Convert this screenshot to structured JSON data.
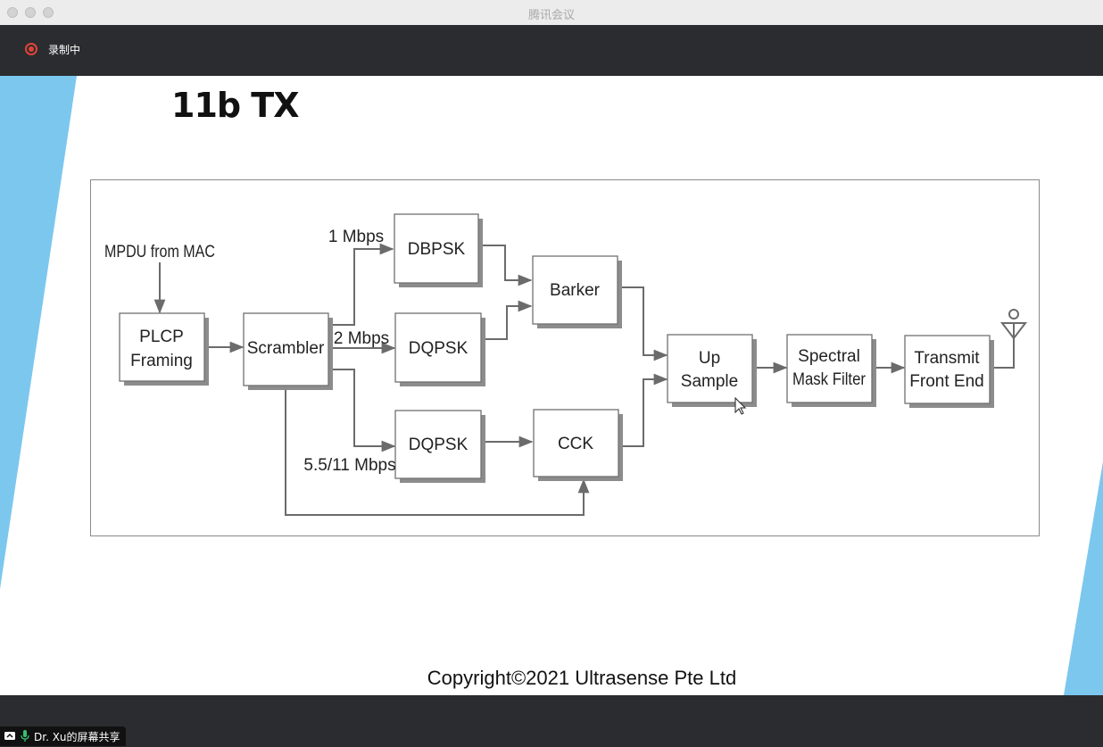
{
  "window": {
    "title": "腾讯会议"
  },
  "recording": {
    "label": "录制中"
  },
  "slide": {
    "title": "11b TX",
    "copyright": "Copyright©2021 Ultrasense Pte Ltd"
  },
  "diagram": {
    "input_label": "MPDU from MAC",
    "blocks": {
      "plcp_line1": "PLCP",
      "plcp_line2": "Framing",
      "scrambler": "Scrambler",
      "dbpsk": "DBPSK",
      "dqpsk_2": "DQPSK",
      "dqpsk_cck": "DQPSK",
      "barker": "Barker",
      "cck": "CCK",
      "upsample_line1": "Up",
      "upsample_line2": "Sample",
      "spectral_line1": "Spectral",
      "spectral_line2": "Mask Filter",
      "transmit_line1": "Transmit",
      "transmit_line2": "Front End"
    },
    "rates": {
      "r1": "1 Mbps",
      "r2": "2 Mbps",
      "r3": "5.5/11 Mbps"
    }
  },
  "share": {
    "label": "Dr. Xu的屏幕共享"
  },
  "colors": {
    "record_red": "#e0443a",
    "toolbar_bg": "#2b2c2f",
    "deco_blue": "#7cc7ee"
  }
}
